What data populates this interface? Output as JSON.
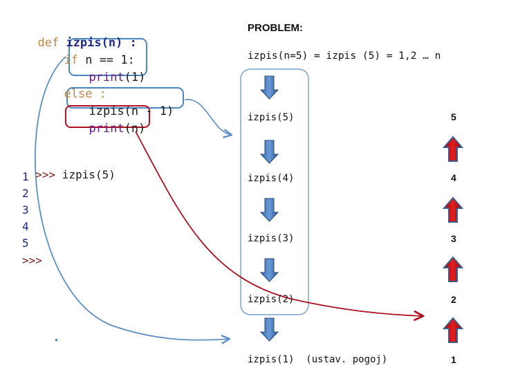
{
  "code": {
    "line1_def": "def",
    "line1_name": "izpis(n) :",
    "line2_if": "if",
    "line2_cond": "n == 1:",
    "line3_print": "print",
    "line3_args": "(1)",
    "line4_else": "else :",
    "line5_call": "izpis(n - 1)",
    "line6_print": "print",
    "line6_args": "(n)"
  },
  "shell": {
    "prompt": ">>>",
    "command": " izpis(5)",
    "outputs": [
      "1",
      "2",
      "3",
      "4",
      "5"
    ],
    "final_prompt": ">>>"
  },
  "problem": {
    "heading": "PROBLEM:",
    "statement": "izpis(n=5) = izpis (5) = 1,2 … n"
  },
  "calls": [
    {
      "label": "izpis(5)",
      "value": "5"
    },
    {
      "label": "izpis(4)",
      "value": "4"
    },
    {
      "label": "izpis(3)",
      "value": "3"
    },
    {
      "label": "izpis(2)",
      "value": "2"
    },
    {
      "label": "izpis(1)  (ustav. pogoj)",
      "value": "1"
    }
  ],
  "colors": {
    "keyword": "#c0874a",
    "name": "#1f2a8c",
    "builtin": "#6a1a8a",
    "prompt": "#7a1a1a",
    "output": "#1a237e",
    "blue_box": "#4a86c0",
    "red_box": "#b01020",
    "down_arrow": "#4a7dc0",
    "up_arrow": "#c00000"
  }
}
